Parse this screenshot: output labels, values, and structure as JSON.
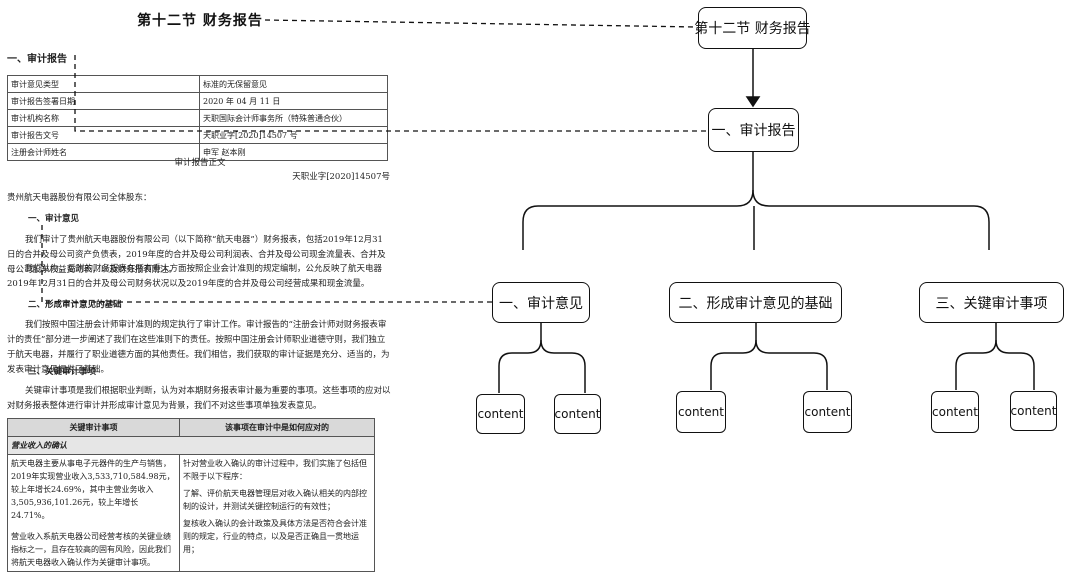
{
  "document": {
    "title": "第十二节 财务报告",
    "section1_heading": "一、审计报告",
    "info_table": [
      [
        "审计意见类型",
        "标准的无保留意见"
      ],
      [
        "审计报告签署日期",
        "2020 年 04 月 11 日"
      ],
      [
        "审计机构名称",
        "天职国际会计师事务所（特殊普通合伙）"
      ],
      [
        "审计报告文号",
        "天职业字[2020]14507 号"
      ],
      [
        "注册会计师姓名",
        "申军     赵本刚"
      ]
    ],
    "report_subtitle": "审计报告正文",
    "report_no": "天职业字[2020]14507号",
    "addressee": "贵州航天电器股份有限公司全体股东：",
    "opinion_heading": "一、审计意见",
    "opinion_p1": "我们审计了贵州航天电器股份有限公司（以下简称“航天电器”）财务报表，包括2019年12月31日的合并及母公司资产负债表，2019年度的合并及母公司利润表、合并及母公司现金流量表、合并及母公司股东权益变动表，以及财务报表附注。",
    "opinion_p2": "我们认为，后附的财务报表在所有重大方面按照企业会计准则的规定编制，公允反映了航天电器2019年12月31日的合并及母公司财务状况以及2019年度的合并及母公司经营成果和现金流量。",
    "basis_heading": "二、形成审计意见的基础",
    "basis_p": "我们按照中国注册会计师审计准则的规定执行了审计工作。审计报告的“注册会计师对财务报表审计的责任”部分进一步阐述了我们在这些准则下的责任。按照中国注册会计师职业道德守则，我们独立于航天电器，并履行了职业道德方面的其他责任。我们相信，我们获取的审计证据是充分、适当的，为发表审计意见提供了基础。",
    "kam_heading": "三、关键审计事项",
    "kam_p": "关键审计事项是我们根据职业判断，认为对本期财务报表审计最为重要的事项。这些事项的应对以对财务报表整体进行审计并形成审计意见为背景，我们不对这些事项单独发表意见。",
    "kam_table": {
      "col1": "关键审计事项",
      "col2": "该事项在审计中是如何应对的",
      "subhead": "营业收入的确认",
      "left_p1": "航天电器主要从事电子元器件的生产与销售，2019年实现营业收入3,533,710,584.98元，较上年增长24.69%，其中主营业务收入3,505,936,101.26元，较上年增长24.71%。",
      "left_p2": "营业收入系航天电器公司经营考核的关键业绩指标之一，且存在较高的固有风险，因此我们将航天电器收入确认作为关键审计事项。",
      "right_p1": "针对营业收入确认的审计过程中，我们实施了包括但不限于以下程序：",
      "right_p2": "了解、评价航天电器管理层对收入确认相关的内部控制的设计，并测试关键控制运行的有效性；",
      "right_p3": "复核收入确认的会计政策及具体方法是否符合会计准则的规定，行业的特点，以及是否正确且一贯地运用；"
    }
  },
  "diagram": {
    "root": "第十二节 财务报告",
    "level1": "一、审计报告",
    "level2": [
      "一、审计意见",
      "二、形成审计意见的基础",
      "三、关键审计事项"
    ],
    "leaf_label": "content"
  }
}
